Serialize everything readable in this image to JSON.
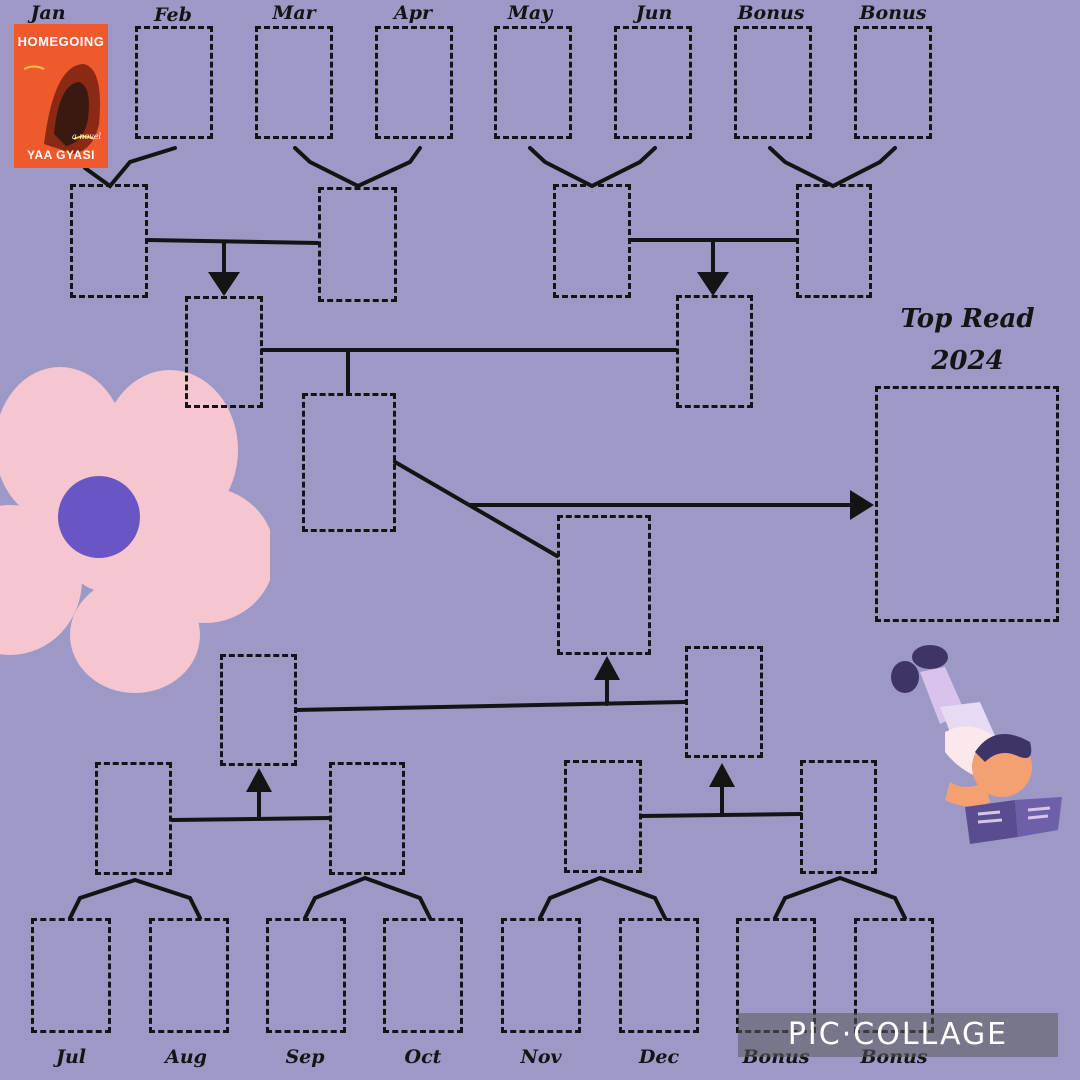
{
  "top_labels": [
    "Jan",
    "Feb",
    "Mar",
    "Apr",
    "May",
    "Jun",
    "Bonus",
    "Bonus"
  ],
  "bottom_labels": [
    "Jul",
    "Aug",
    "Sep",
    "Oct",
    "Nov",
    "Dec",
    "Bonus",
    "Bonus"
  ],
  "final": {
    "title_line1": "Top Read",
    "title_line2": "2024"
  },
  "book": {
    "title": "HOMEGOING",
    "tagline": "a novel",
    "author": "YAA GYASI"
  },
  "watermark": "PIC·COLLAGE",
  "colors": {
    "background": "#9d99c6",
    "line": "#141414",
    "flower_petal": "#f5c6cf",
    "flower_center": "#6956c4",
    "book_cover": "#ee5a2c"
  },
  "icons": [
    "flower-icon",
    "reading-child-icon"
  ]
}
